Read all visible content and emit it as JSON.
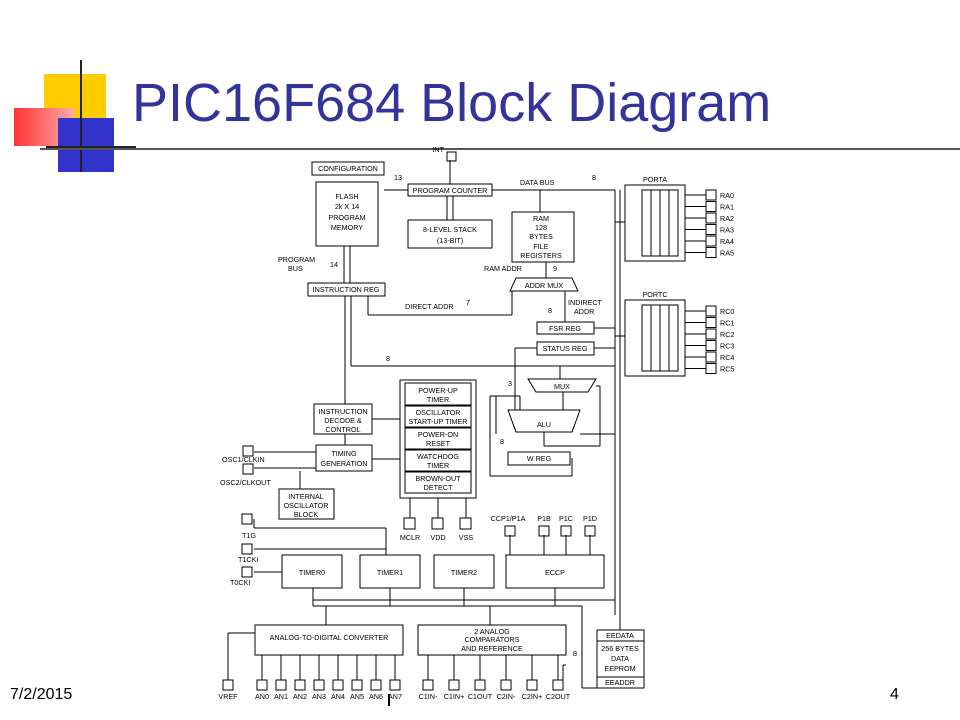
{
  "slide": {
    "title": "PIC16F684 Block Diagram",
    "date": "7/2/2015",
    "page_number": "4"
  },
  "colors": {
    "title": "#333399",
    "logo_yellow": "#ffcc00",
    "logo_red": "#ff3333",
    "logo_blue": "#3333cc"
  },
  "diagram": {
    "int": "INT",
    "configuration": "CONFIGURATION",
    "flash": [
      "FLASH",
      "2k X 14",
      "PROGRAM",
      "MEMORY"
    ],
    "program_counter": "PROGRAM COUNTER",
    "stack": [
      "8-LEVEL STACK",
      "(13-BIT)"
    ],
    "data_bus": "DATA BUS",
    "bus_13": "13",
    "bus_8_top": "8",
    "ram": [
      "RAM",
      "128",
      "BYTES",
      "FILE",
      "REGISTERS"
    ],
    "program_bus": [
      "PROGRAM",
      "BUS"
    ],
    "bus_14": "14",
    "ram_addr": "RAM ADDR",
    "bus_9": "9",
    "instruction_reg": "INSTRUCTION REG",
    "addr_mux": "ADDR MUX",
    "direct_addr": "DIRECT ADDR",
    "bus_7": "7",
    "bus_8_indirect": "8",
    "indirect_addr": [
      "INDIRECT",
      "ADDR"
    ],
    "fsr_reg": "FSR REG",
    "status_reg": "STATUS REG",
    "bus_8_mid": "8",
    "bus_3": "3",
    "mux": "MUX",
    "alu": "ALU",
    "bus_8_alu": "8",
    "w_reg": "W REG",
    "instruction_decode": [
      "INSTRUCTION",
      "DECODE &",
      "CONTROL"
    ],
    "timing_generation": [
      "TIMING",
      "GENERATION"
    ],
    "osc1": "OSC1/CLKIN",
    "osc2": "OSC2/CLKOUT",
    "internal_osc": [
      "INTERNAL",
      "OSCILLATOR",
      "BLOCK"
    ],
    "power_up_timer": [
      "POWER-UP",
      "TIMER"
    ],
    "osc_start_up": [
      "OSCILLATOR",
      "START-UP TIMER"
    ],
    "power_on_reset": [
      "POWER-ON",
      "RESET"
    ],
    "watchdog_timer": [
      "WATCHDOG",
      "TIMER"
    ],
    "brown_out": [
      "BROWN-OUT",
      "DETECT"
    ],
    "mclr": "MCLR",
    "vdd": "VDD",
    "vss": "VSS",
    "porta": "PORTA",
    "porta_pins": [
      "RA0",
      "RA1",
      "RA2",
      "RA3",
      "RA4",
      "RA5"
    ],
    "portc": "PORTC",
    "portc_pins": [
      "RC0",
      "RC1",
      "RC2",
      "RC3",
      "RC4",
      "RC5"
    ],
    "t1g": "T1G",
    "t1cki": "T1CKI",
    "t0cki": "T0CKI",
    "timer0": "TIMER0",
    "timer1": "TIMER1",
    "timer2": "TIMER2",
    "eccp": "ECCP",
    "eccp_pins": [
      "CCP1/P1A",
      "P1B",
      "P1C",
      "P1D"
    ],
    "adc": "ANALOG-TO-DIGITAL CONVERTER",
    "comparators": [
      "2 ANALOG",
      "COMPARATORS",
      "AND REFERENCE"
    ],
    "bus_8_ee": "8",
    "eedata": "EEDATA",
    "eeprom": [
      "256 BYTES",
      "DATA",
      "EEPROM"
    ],
    "eeaddr": "EEADDR",
    "vref": "VREF",
    "an_pins": [
      "AN0",
      "AN1",
      "AN2",
      "AN3",
      "AN4",
      "AN5",
      "AN6",
      "AN7"
    ],
    "cmp_pins": [
      "C1IN-",
      "C1IN+",
      "C1OUT",
      "C2IN-",
      "C2IN+",
      "C2OUT"
    ]
  }
}
